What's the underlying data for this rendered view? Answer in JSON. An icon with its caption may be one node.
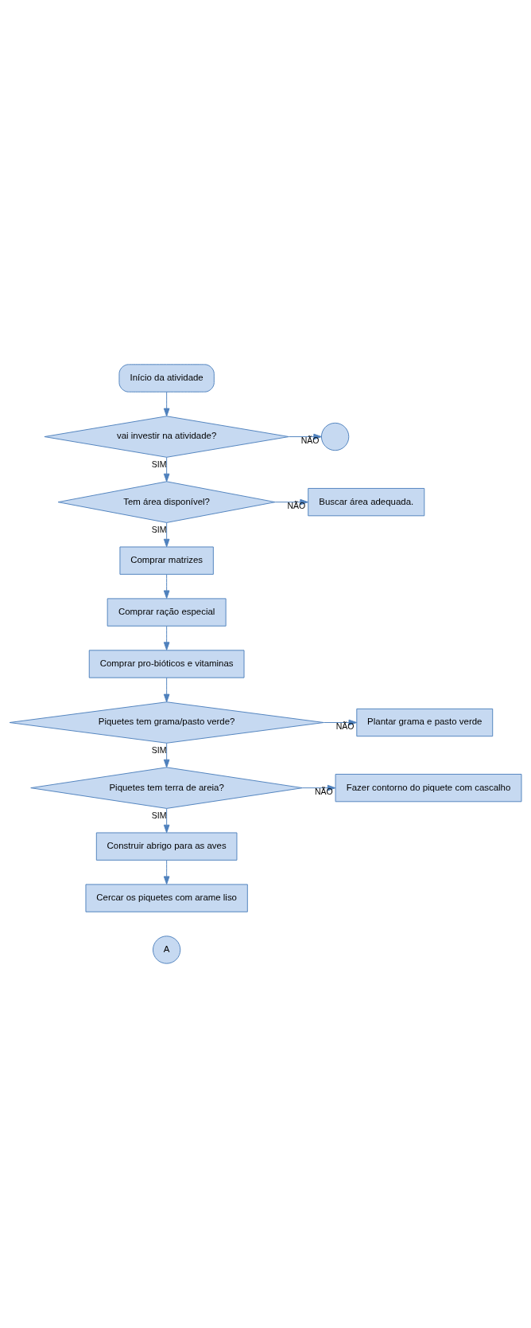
{
  "diagram": {
    "nodes": [
      {
        "text": [
          "Início da atividade"
        ]
      },
      {
        "text": [
          "vai investir na atividade?"
        ]
      },
      {
        "text": [],
        "shape": "circle"
      },
      {
        "text": [
          "Tem área disponível?"
        ]
      },
      {
        "text": [
          "Buscar área adequada."
        ]
      },
      {
        "text": [
          "Comprar matrizes"
        ]
      },
      {
        "text": [
          "Comprar ração especial"
        ]
      },
      {
        "text": [
          "Comprar pro-bióticos e vitaminas"
        ]
      },
      {
        "text": [
          "Piquetes tem grama/pasto verde?"
        ]
      },
      {
        "text": [
          "Plantar grama e pasto verde"
        ]
      },
      {
        "text": [
          "Piquetes tem terra de areia?"
        ]
      },
      {
        "text": [
          "Fazer contorno do piquete com cascalho"
        ]
      },
      {
        "text": [
          "Construir abrigo para as aves"
        ]
      },
      {
        "text": [
          "Cercar os piquetes com arame liso"
        ]
      },
      {
        "text": [
          "A"
        ]
      }
    ],
    "edges": [
      {
        "from": 0,
        "to": 1,
        "arrow": "to"
      },
      {
        "from": 1,
        "to": 2,
        "arrow": "to",
        "label": "NÃO"
      },
      {
        "from": 1,
        "to": 3,
        "arrow": "to",
        "label": "SIM"
      },
      {
        "from": 3,
        "to": 4,
        "arrow": "to",
        "label": "NÃO"
      },
      {
        "from": 3,
        "to": 5,
        "arrow": "to",
        "label": "SIM"
      },
      {
        "from": 5,
        "to": 6,
        "arrow": "to"
      },
      {
        "from": 6,
        "to": 7,
        "arrow": "to"
      },
      {
        "from": 7,
        "to": 8,
        "arrow": "to"
      },
      {
        "from": 8,
        "to": 9,
        "arrow": "to",
        "label": "NÃO"
      },
      {
        "from": 8,
        "to": 10,
        "arrow": "to",
        "label": "SIM"
      },
      {
        "from": 10,
        "to": 11,
        "arrow": "to",
        "label": "NÃO"
      },
      {
        "from": 10,
        "to": 12,
        "arrow": "to",
        "label": "SIM"
      },
      {
        "from": 12,
        "to": 13,
        "arrow": "to"
      }
    ]
  }
}
